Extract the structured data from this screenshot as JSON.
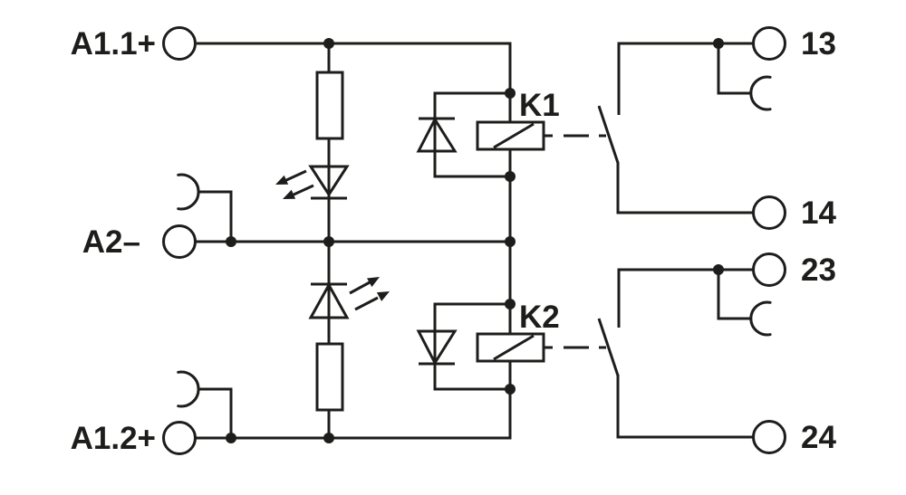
{
  "schematic": {
    "kind": "relay-module-wiring-diagram",
    "colors": {
      "line": "#1d1d1b",
      "background": "#ffffff"
    },
    "coil_terminals": [
      {
        "label": "A1.1+"
      },
      {
        "label": "A2–"
      },
      {
        "label": "A1.2+"
      }
    ],
    "relays": [
      {
        "label": "K1",
        "contact_terminals": [
          {
            "label": "13"
          },
          {
            "label": "14"
          }
        ]
      },
      {
        "label": "K2",
        "contact_terminals": [
          {
            "label": "23"
          },
          {
            "label": "24"
          }
        ]
      }
    ],
    "symbols": [
      "screw-terminal-circle",
      "plug-in-contact-clip",
      "resistor",
      "led-with-light-arrows",
      "suppressor-diode",
      "relay-coil",
      "dashed-mechanical-link",
      "normally-open-contact",
      "junction-dot"
    ]
  }
}
